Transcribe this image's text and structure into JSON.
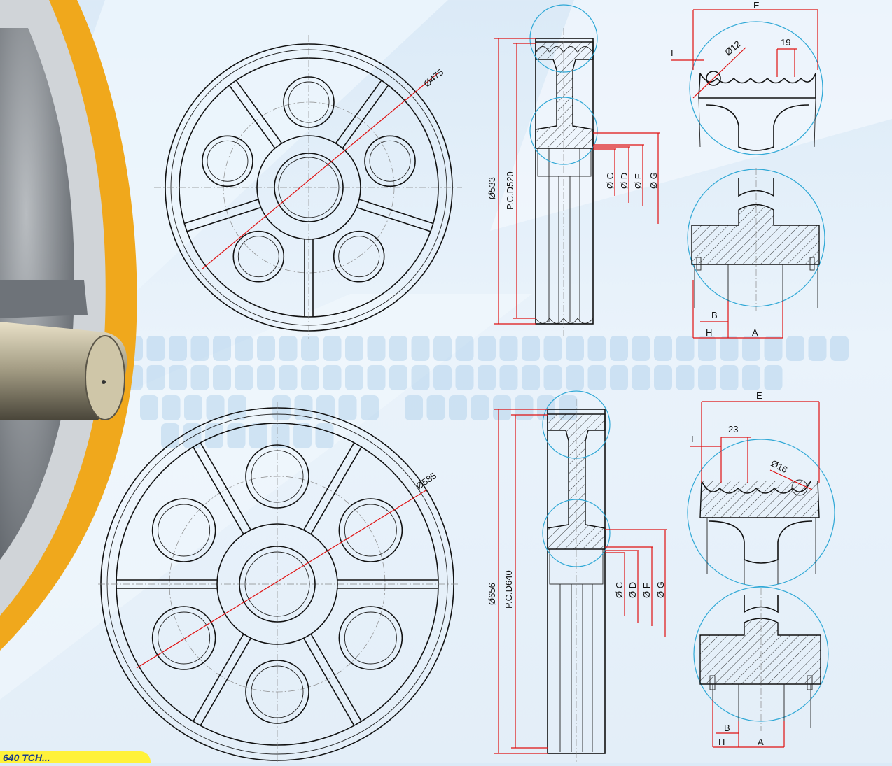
{
  "top": {
    "front": {
      "outer_diameter": "Ø475"
    },
    "side": {
      "od": "Ø533",
      "pcd": "P.C.D520",
      "labels": [
        "Ø C",
        "Ø D",
        "Ø F",
        "Ø G"
      ]
    },
    "detail": {
      "e": "E",
      "i": "I",
      "rope": "Ø12",
      "pitch": "19",
      "b": "B",
      "h": "H",
      "a": "A"
    }
  },
  "bottom": {
    "front": {
      "outer_diameter": "Ø585"
    },
    "side": {
      "od": "Ø656",
      "pcd": "P.C.D640",
      "labels": [
        "Ø C",
        "Ø D",
        "Ø F",
        "Ø G"
      ]
    },
    "detail": {
      "e": "E",
      "i": "I",
      "rope": "Ø16",
      "pitch": "23",
      "b": "B",
      "h": "H",
      "a": "A"
    }
  },
  "colors": {
    "dimension": "#e01010",
    "detail_circle": "#2fa8d6",
    "tire": "#f0a81c",
    "badge": "#fff23a"
  },
  "badge_partial_text": "640 TCH..."
}
